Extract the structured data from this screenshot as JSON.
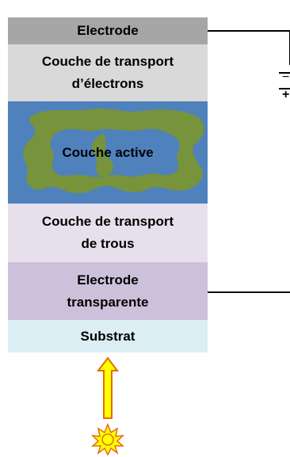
{
  "layers": [
    {
      "id": "electrode",
      "label": "Electrode",
      "color": "#a6a6a6"
    },
    {
      "id": "etl",
      "label": "Couche de transport\nd’électrons",
      "color": "#d9d9d9"
    },
    {
      "id": "active",
      "label": "Couche active",
      "color": "#4f81bd",
      "accent": "#77933c"
    },
    {
      "id": "htl",
      "label": "Couche de transport\nde trous",
      "color": "#e6e0ec"
    },
    {
      "id": "transparent",
      "label": "Electrode\ntransparente",
      "color": "#ccc1da"
    },
    {
      "id": "substrate",
      "label": "Substrat",
      "color": "#dbeef4"
    }
  ],
  "battery": {
    "minus": "−",
    "plus": "+"
  },
  "arrow": {
    "fill": "#ffff00",
    "stroke": "#e46c0a"
  },
  "sun": {
    "fill": "#ffff00",
    "stroke": "#e46c0a"
  }
}
